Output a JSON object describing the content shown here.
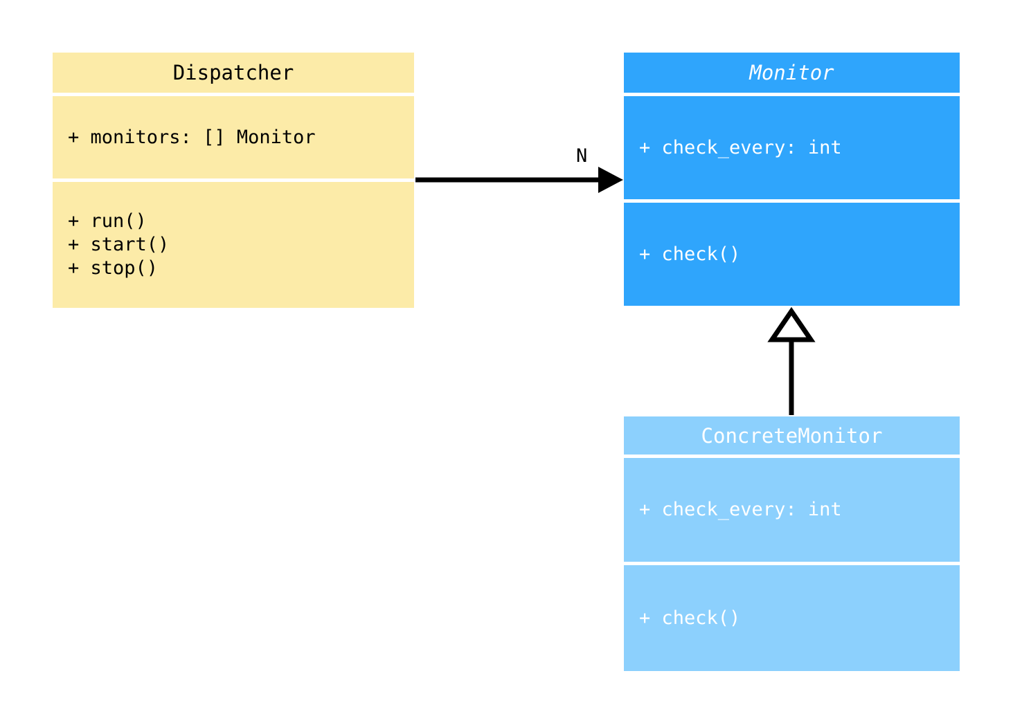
{
  "diagram": {
    "type": "uml-class-diagram",
    "background_color": "#ffffff",
    "classes": [
      {
        "id": "dispatcher",
        "name": "Dispatcher",
        "abstract": false,
        "fill_color": "#fceba8",
        "text_color": "#000000",
        "attributes": [
          "+ monitors: [] Monitor"
        ],
        "methods": [
          "+ run()",
          "+ start()",
          "+ stop()"
        ]
      },
      {
        "id": "monitor",
        "name": "Monitor",
        "abstract": true,
        "fill_color": "#2fa5fc",
        "text_color": "#ffffff",
        "attributes": [
          "+ check_every: int"
        ],
        "methods": [
          "+ check()"
        ]
      },
      {
        "id": "concrete_monitor",
        "name": "ConcreteMonitor",
        "abstract": false,
        "fill_color": "#8cd0fd",
        "text_color": "#ffffff",
        "attributes": [
          "+ check_every: int"
        ],
        "methods": [
          "+ check()"
        ]
      }
    ],
    "relationships": [
      {
        "id": "dispatcher-to-monitor",
        "kind": "association",
        "arrowhead": "filled-triangle",
        "from": "Dispatcher",
        "to": "Monitor",
        "multiplicity_label": "N",
        "line_color": "#000000"
      },
      {
        "id": "concrete-to-monitor",
        "kind": "generalization",
        "arrowhead": "hollow-triangle",
        "from": "ConcreteMonitor",
        "to": "Monitor",
        "multiplicity_label": "",
        "line_color": "#000000"
      }
    ]
  }
}
